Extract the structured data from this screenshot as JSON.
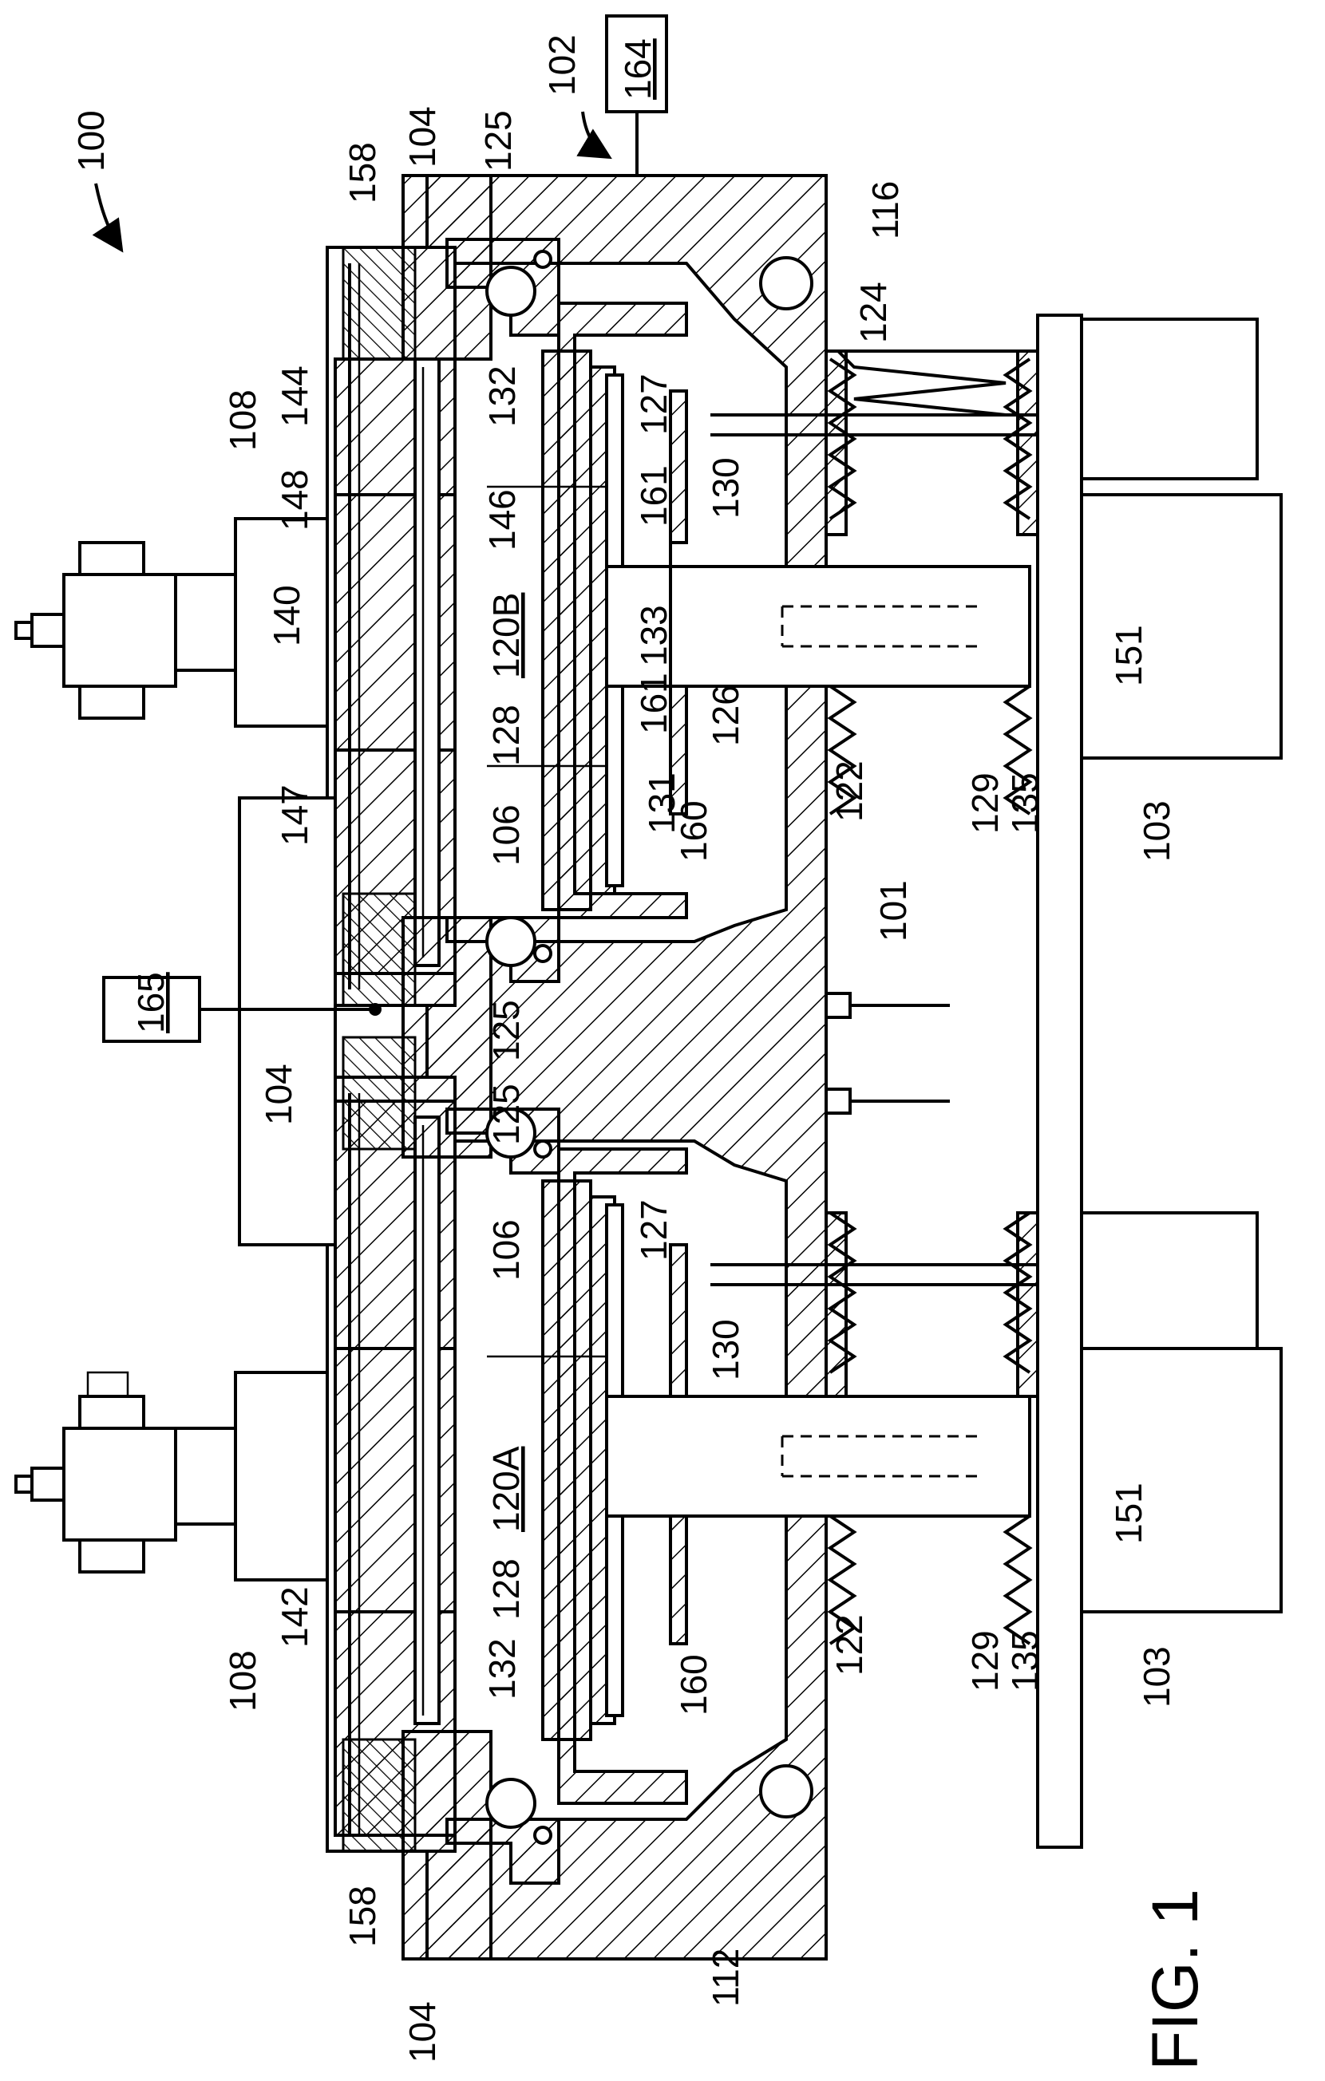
{
  "figure": {
    "caption": "FIG. 1",
    "labels": {
      "l100": "100",
      "l102": "102",
      "l164": "164",
      "l165": "165",
      "l104_top": "104",
      "l104_mid": "104",
      "l104_bot": "104",
      "l158_top": "158",
      "l158_bot": "158",
      "l125_top": "125",
      "l125_m1": "125",
      "l125_m2": "125",
      "l116": "116",
      "l112": "112",
      "l124": "124",
      "l108_top": "108",
      "l108_bot": "108",
      "l144": "144",
      "l148": "148",
      "l140": "140",
      "l147": "147",
      "l132_top": "132",
      "l132_bot": "132",
      "l127_top": "127",
      "l127_bot": "127",
      "l146": "146",
      "l120B": "120B",
      "l120A": "120A",
      "l128_top": "128",
      "l128_bot": "128",
      "l106_top": "106",
      "l106_bot": "106",
      "l161_a": "161",
      "l161_b": "161",
      "l130_top": "130",
      "l130_bot": "130",
      "l133": "133",
      "l126": "126",
      "l131": "131",
      "l160_top": "160",
      "l160_bot": "160",
      "l122_top": "122",
      "l122_bot": "122",
      "l129_top": "129",
      "l129_bot": "129",
      "l135_top": "135",
      "l135_bot": "135",
      "l151_top": "151",
      "l151_bot": "151",
      "l103_top": "103",
      "l103_bot": "103",
      "l101": "101",
      "l142": "142"
    }
  }
}
